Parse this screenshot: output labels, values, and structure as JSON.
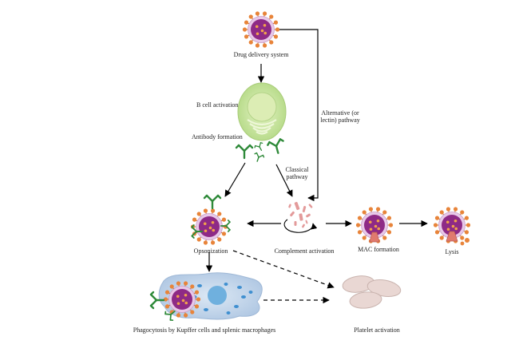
{
  "labels": {
    "drug_delivery": "Drug delivery system",
    "b_cell_activation": "B cell activation",
    "antibody_formation": "Antibody formation",
    "alternative_pathway": "Alternative (or lectin) pathway",
    "classical_pathway": "Classical pathway",
    "opsonization": "Opsonization",
    "complement_activation": "Complement activation",
    "mac_formation": "MAC formation",
    "lysis": "Lysis",
    "phagocytosis": "Phagocytosis by Kupffer cells and splenic macrophages",
    "platelet_activation": "Platelet activation"
  },
  "colors": {
    "particle_core": "#8e2a86",
    "particle_ring": "#e8c8e8",
    "particle_spike": "#e8843a",
    "antibody": "#2f8a3a",
    "b_cell": "#c9e6a4",
    "b_cell_nucleus": "#e6f2c8",
    "complement": "#e39a9a",
    "macrophage": "#c5d6ea",
    "macrophage_nucleus": "#6fb0de",
    "platelet": "#e8d4d0"
  }
}
